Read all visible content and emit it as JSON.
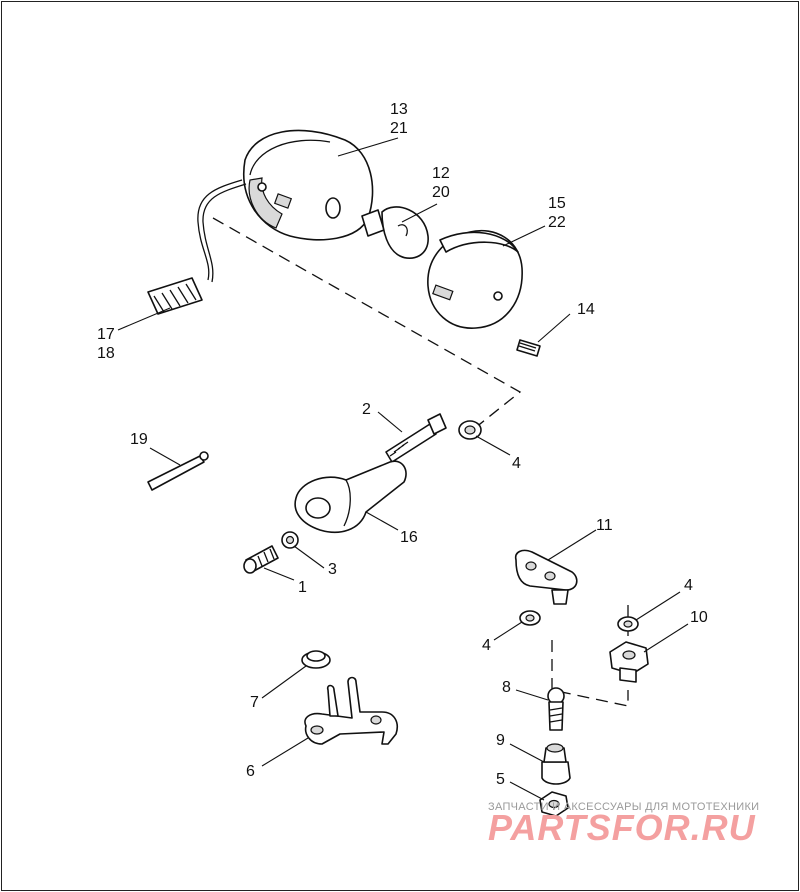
{
  "callouts": [
    {
      "id": "c13",
      "text": "13"
    },
    {
      "id": "c21",
      "text": "21"
    },
    {
      "id": "c12",
      "text": "12"
    },
    {
      "id": "c20",
      "text": "20"
    },
    {
      "id": "c15",
      "text": "15"
    },
    {
      "id": "c22",
      "text": "22"
    },
    {
      "id": "c14",
      "text": "14"
    },
    {
      "id": "c17",
      "text": "17"
    },
    {
      "id": "c18",
      "text": "18"
    },
    {
      "id": "c19",
      "text": "19"
    },
    {
      "id": "c2",
      "text": "2"
    },
    {
      "id": "c4a",
      "text": "4"
    },
    {
      "id": "c16",
      "text": "16"
    },
    {
      "id": "c3",
      "text": "3"
    },
    {
      "id": "c1",
      "text": "1"
    },
    {
      "id": "c11",
      "text": "11"
    },
    {
      "id": "c4b",
      "text": "4"
    },
    {
      "id": "c10",
      "text": "10"
    },
    {
      "id": "c4c",
      "text": "4"
    },
    {
      "id": "c7",
      "text": "7"
    },
    {
      "id": "c8",
      "text": "8"
    },
    {
      "id": "c6",
      "text": "6"
    },
    {
      "id": "c9",
      "text": "9"
    },
    {
      "id": "c5",
      "text": "5"
    }
  ],
  "watermark": {
    "tagline": "ЗАПЧАСТИ И АКСЕССУАРЫ ДЛЯ МОТОТЕХНИКИ",
    "brand": "PARTSFOR.RU"
  },
  "colors": {
    "line": "#111111",
    "watermark_brand": "#f4a0a0",
    "watermark_tagline": "#9a9a9a"
  }
}
